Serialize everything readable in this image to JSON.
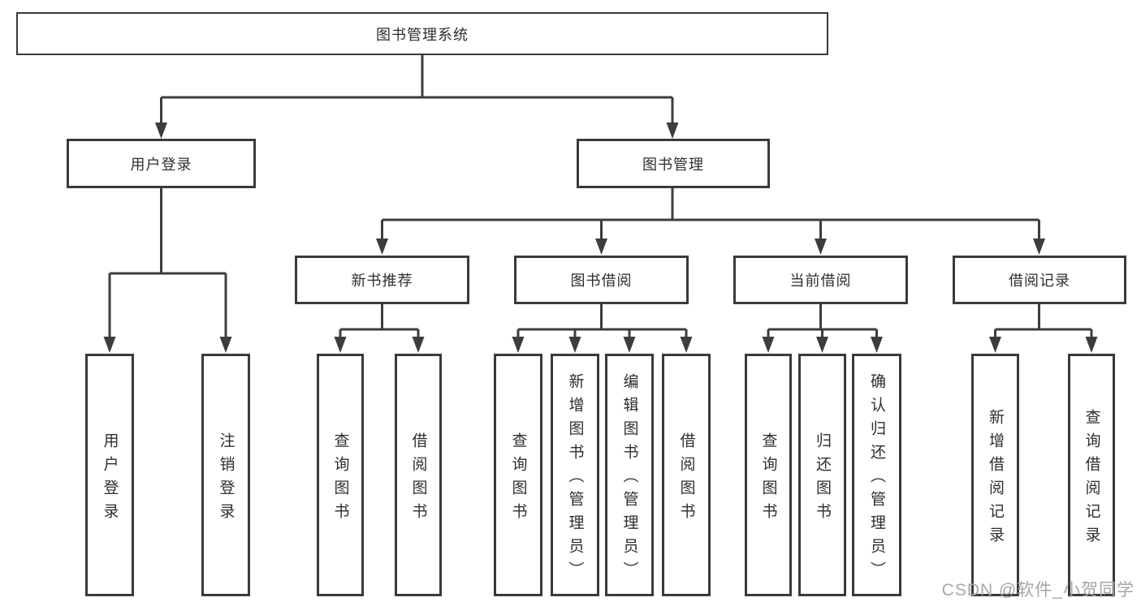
{
  "colors": {
    "line": "#3d3d3d",
    "border": "#3a3a3a",
    "text": "#2e2e2e",
    "watermark": "#a6a6a6",
    "background": "#ffffff"
  },
  "watermark": {
    "text": "CSDN @软件_小贺同学"
  },
  "tree": {
    "label": "图书管理系统",
    "children": [
      {
        "label": "用户登录",
        "children": [
          {
            "label": "用户登录"
          },
          {
            "label": "注销登录"
          }
        ]
      },
      {
        "label": "图书管理",
        "children": [
          {
            "label": "新书推荐",
            "children": [
              {
                "label": "查询图书"
              },
              {
                "label": "借阅图书"
              }
            ]
          },
          {
            "label": "图书借阅",
            "children": [
              {
                "label": "查询图书"
              },
              {
                "label": "新增图书（管理员）"
              },
              {
                "label": "编辑图书（管理员）"
              },
              {
                "label": "借阅图书"
              }
            ]
          },
          {
            "label": "当前借阅",
            "children": [
              {
                "label": "查询图书"
              },
              {
                "label": "归还图书"
              },
              {
                "label": "确认归还（管理员）"
              }
            ]
          },
          {
            "label": "借阅记录",
            "children": [
              {
                "label": "新增借阅记录"
              },
              {
                "label": "查询借阅记录"
              }
            ]
          }
        ]
      }
    ]
  }
}
